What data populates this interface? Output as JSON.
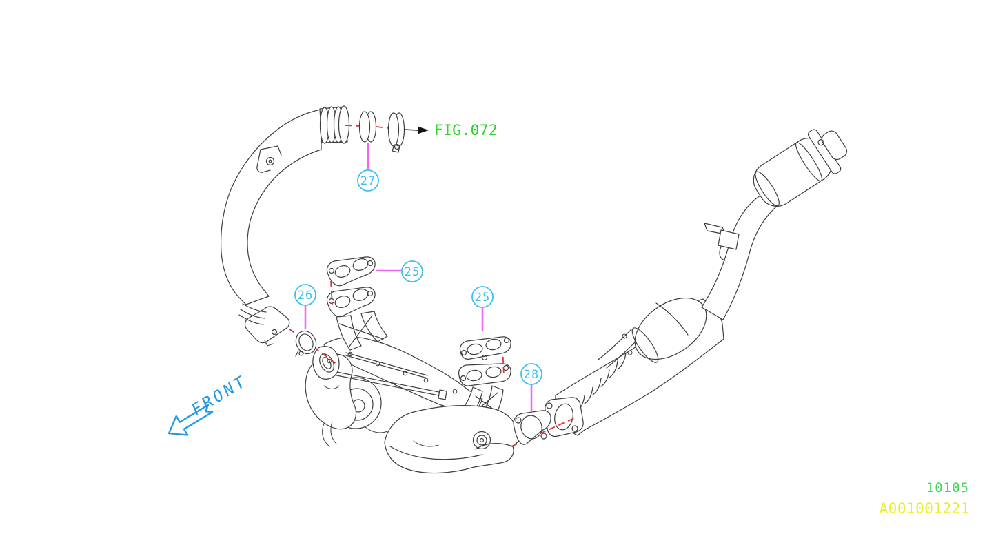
{
  "page": {
    "background": "#ffffff"
  },
  "diagram": {
    "fig_reference": {
      "label": "FIG.072"
    },
    "front_indicator": {
      "label": "FRONT"
    },
    "callouts": [
      {
        "label": "27"
      },
      {
        "label": "25"
      },
      {
        "label": "26"
      },
      {
        "label": "25"
      },
      {
        "label": "28"
      }
    ],
    "footer": {
      "figure_number": "10105",
      "drawing_code": "A001001221"
    }
  },
  "colors": {
    "page_bg": "#ffffff",
    "line_art": "#3e3e3e",
    "callout": "#3ec1f0",
    "leader": "#f268f2",
    "dash": "#e33333",
    "fig_ref": "#2ed32e",
    "figure_number": "#41d855",
    "drawing_code": "#eded2b",
    "front": "#2499e6",
    "arrow_black": "#141414"
  }
}
